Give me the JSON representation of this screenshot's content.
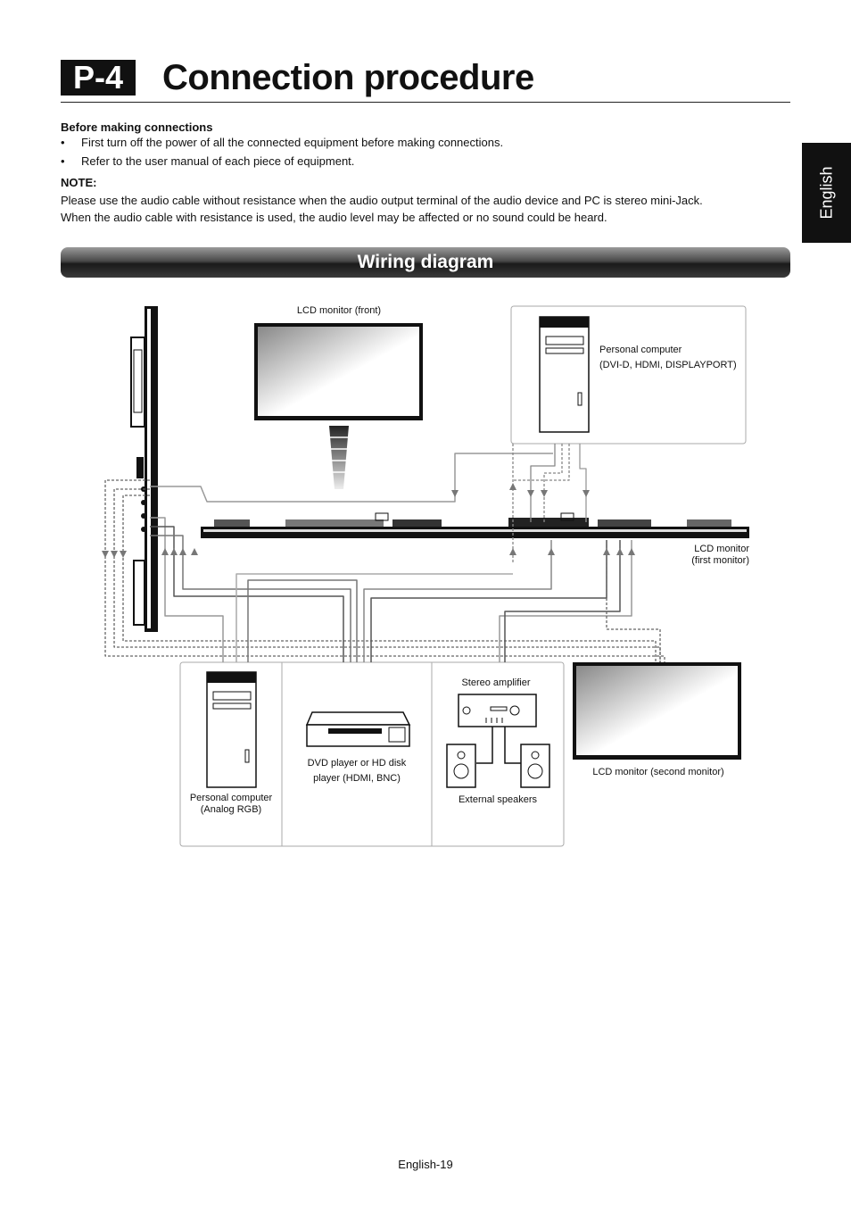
{
  "header": {
    "section_code": "P-4",
    "title": "Connection procedure"
  },
  "language_tab": "English",
  "before": {
    "heading": "Before making connections",
    "bullets": [
      "First turn off the power of all the connected equipment before making connections.",
      "Refer to the user manual of each piece of equipment."
    ]
  },
  "note": {
    "heading": "NOTE:",
    "lines": [
      "Please use the audio cable without resistance when the audio output terminal of the audio device and PC is stereo mini-Jack.",
      "When the audio cable with resistance is used, the audio level may be affected or no sound could be heard."
    ]
  },
  "banner": "Wiring diagram",
  "diagram": {
    "lcd_front": "LCD monitor (front)",
    "pc_digital": [
      "Personal computer",
      "(DVI-D, HDMI, DISPLAYPORT)"
    ],
    "lcd_first": [
      "LCD monitor",
      "(first monitor)"
    ],
    "pc_analog": [
      "Personal computer",
      "(Analog RGB)"
    ],
    "dvd": [
      "DVD player or HD disk",
      "player (HDMI, BNC)"
    ],
    "amp": "Stereo amplifier",
    "speakers": "External speakers",
    "lcd_second": "LCD monitor (second monitor)"
  },
  "footer": "English-19"
}
